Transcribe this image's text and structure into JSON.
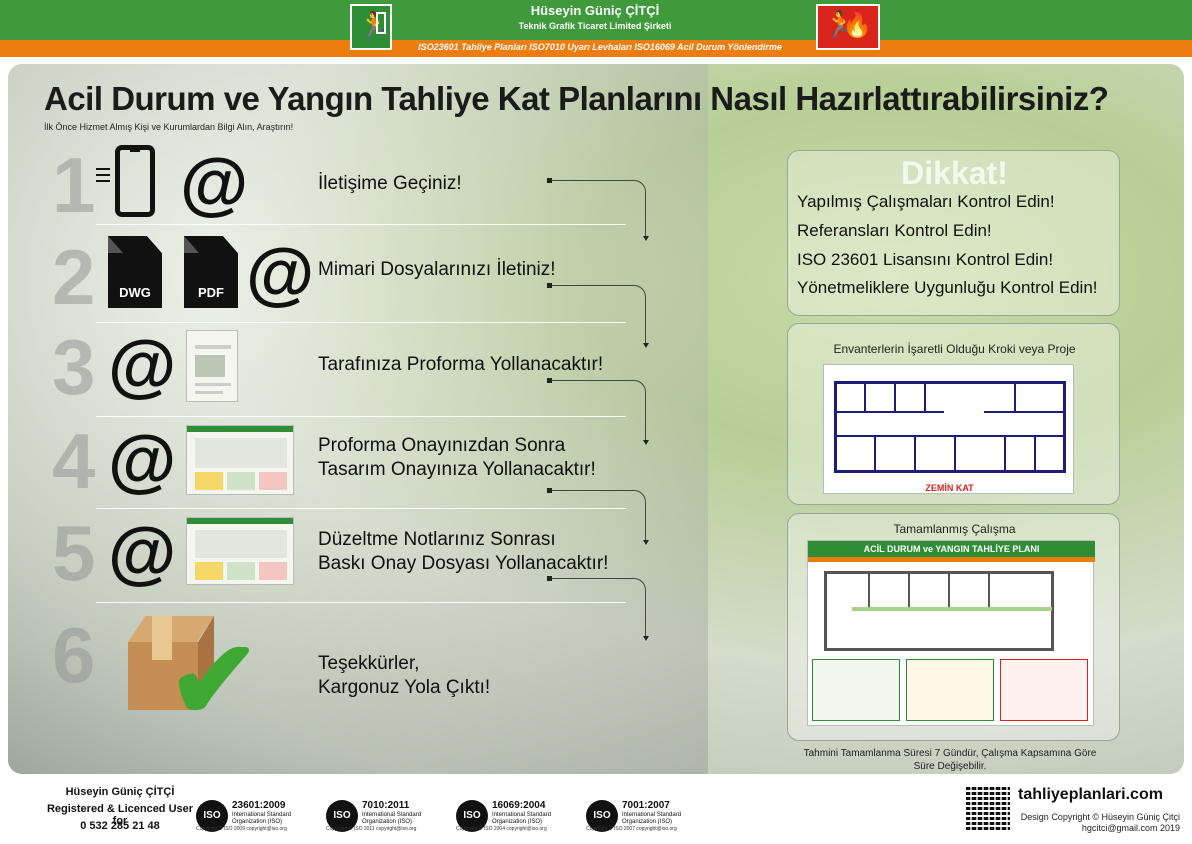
{
  "header": {
    "company": "Hüseyin Güniç ÇİTÇİ",
    "company_sub": "Teknik Grafik Ticaret Limited Şirketi",
    "iso_line": "ISO23601 Tahliye Planları ISO7010 Uyarı Levhaları ISO16069 Acil Durum Yönlendirme"
  },
  "title": "Acil Durum ve Yangın Tahliye Kat Planlarını Nasıl Hazırlattırabilirsiniz?",
  "subtitle": "İlk Önce Hizmet Almış Kişi ve Kurumlardan Bilgi Alın, Araştırın!",
  "steps": [
    {
      "num": "1",
      "text": "İletişime Geçiniz!"
    },
    {
      "num": "2",
      "text": "Mimari Dosyalarınızı İletiniz!",
      "file1": "DWG",
      "file2": "PDF"
    },
    {
      "num": "3",
      "text": "Tarafınıza Proforma Yollanacaktır!"
    },
    {
      "num": "4",
      "line1": "Proforma Onayınızdan Sonra",
      "line2": "Tasarım Onayınıza Yollanacaktır!"
    },
    {
      "num": "5",
      "line1": "Düzeltme Notlarınız Sonrası",
      "line2": "Baskı Onay Dosyası Yollanacaktır!"
    },
    {
      "num": "6",
      "line1": "Teşekkürler,",
      "line2": "Kargonuz Yola Çıktı!"
    }
  ],
  "at_symbol": "@",
  "dikkat": {
    "title": "Dikkat!",
    "items": [
      "Yapılmış Çalışmaları Kontrol Edin!",
      "Referansları Kontrol Edin!",
      "ISO 23601 Lisansını Kontrol Edin!",
      "Yönetmeliklere Uygunluğu Kontrol Edin!"
    ]
  },
  "sketch": {
    "label": "Envanterlerin İşaretli Olduğu Kroki veya Proje",
    "floor": "ZEMİN KAT"
  },
  "completed": {
    "label": "Tamamlanmış Çalışma",
    "plan_title": "ACİL DURUM ve YANGIN TAHLİYE PLANI",
    "note": "Tahmini Tamamlanma Süresi 7 Gündür, Çalışma Kapsamına Göre Süre Değişebilir."
  },
  "footer": {
    "name": "Hüseyin Güniç ÇİTÇİ",
    "registered": "Registered & Licenced User for",
    "phone": "0 532 285 21 48",
    "iso": [
      {
        "num": "23601:2009",
        "copy": "Copyright © ISO 2009 copyright@iso.org"
      },
      {
        "num": "7010:2011",
        "copy": "Copyright © ISO 2011 copyright@iso.org"
      },
      {
        "num": "16069:2004",
        "copy": "Copyright © ISO 2004 copyright@iso.org"
      },
      {
        "num": "7001:2007",
        "copy": "Copyright © ISO 2007 copyright@iso.org"
      }
    ],
    "iso_logo": "ISO",
    "iso_org": "International Standard Organization (ISO)",
    "site": "tahliyeplanlari.com",
    "copyright": "Design Copyright © Hüseyin Güniç Çitçi",
    "email": "hgcitci@gmail.com 2019"
  },
  "colors": {
    "green": "#3f9a3c",
    "orange": "#ee7d11",
    "red": "#d9241c"
  }
}
